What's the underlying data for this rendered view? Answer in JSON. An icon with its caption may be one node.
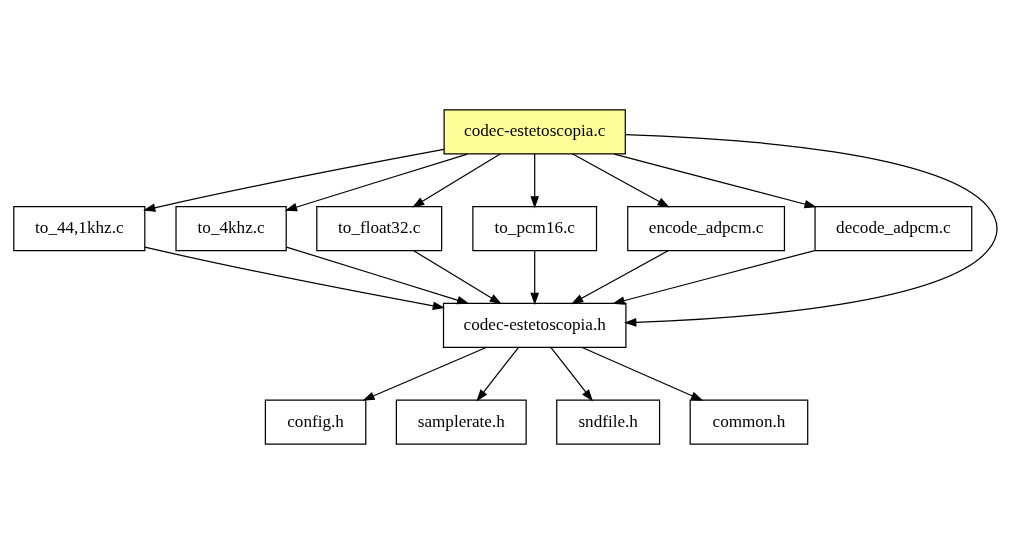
{
  "diagram": {
    "nodes": [
      {
        "text": [
          "to_44,1khz.c"
        ]
      },
      {
        "text": [
          "to_4khz.c"
        ]
      },
      {
        "text": [
          "to_float32.c"
        ]
      },
      {
        "text": [
          "to_pcm16.c"
        ]
      },
      {
        "text": [
          "encode_adpcm.c"
        ]
      },
      {
        "text": [
          "codec-estetoscopia.c"
        ]
      },
      {
        "text": [
          "decode_adpcm.c"
        ]
      },
      {
        "text": [
          "codec-estetoscopia.h"
        ]
      },
      {
        "text": [
          "config.h"
        ]
      },
      {
        "text": [
          "samplerate.h"
        ]
      },
      {
        "text": [
          "sndfile.h"
        ]
      },
      {
        "text": [
          "common.h"
        ]
      }
    ],
    "edges": [
      {
        "from": 5,
        "to": 0,
        "arrow": "to"
      },
      {
        "from": 5,
        "to": 1,
        "arrow": "to"
      },
      {
        "from": 5,
        "to": 2,
        "arrow": "to"
      },
      {
        "from": 5,
        "to": 3,
        "arrow": "to"
      },
      {
        "from": 5,
        "to": 4,
        "arrow": "to"
      },
      {
        "from": 5,
        "to": 6,
        "arrow": "to"
      },
      {
        "from": 5,
        "to": 7,
        "arrow": "to"
      },
      {
        "from": 0,
        "to": 7,
        "arrow": "to"
      },
      {
        "from": 2,
        "to": 7,
        "arrow": "to"
      },
      {
        "from": 4,
        "to": 7,
        "arrow": "to"
      },
      {
        "from": 1,
        "to": 7,
        "arrow": "to"
      },
      {
        "from": 3,
        "to": 7,
        "arrow": "to"
      },
      {
        "from": 6,
        "to": 7,
        "arrow": "to"
      },
      {
        "from": 7,
        "to": 8,
        "arrow": "to"
      },
      {
        "from": 7,
        "to": 9,
        "arrow": "to"
      },
      {
        "from": 7,
        "to": 10,
        "arrow": "to"
      },
      {
        "from": 7,
        "to": 11,
        "arrow": "to"
      }
    ]
  }
}
